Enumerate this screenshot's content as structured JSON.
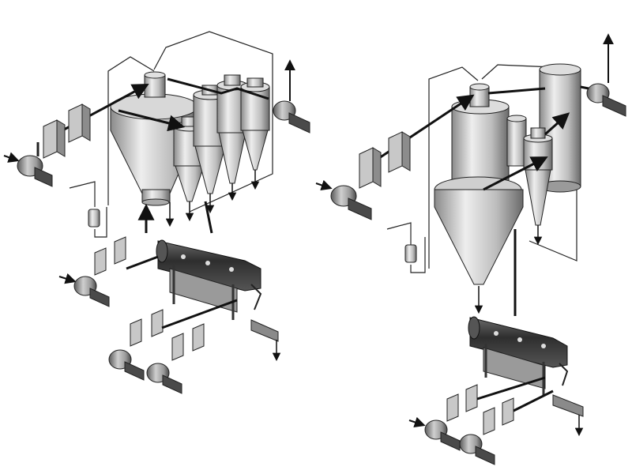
{
  "figure": {
    "description_labels": [],
    "colors": {
      "background": "#ffffff",
      "equipment_light": "#e6e6e6",
      "equipment_mid": "#b5b5b5",
      "equipment_dark": "#6e6e6e",
      "vessel_dark": "#3a3a3a",
      "outline": "#1a1a1a",
      "pipe": "#111111"
    },
    "plants": [
      {
        "id": "plant-left",
        "components": [
          "spray-dryer-chamber",
          "cyclone-1",
          "cyclone-2",
          "cyclone-3",
          "cyclone-4",
          "air-heater",
          "air-filter",
          "supply-fan",
          "exhaust-fan",
          "feed-pump",
          "fluid-bed-dryer",
          "fluid-bed-heaters",
          "fluid-bed-fans",
          "powder-discharge"
        ]
      },
      {
        "id": "plant-right",
        "components": [
          "spray-dryer-chamber",
          "cyclone-1",
          "cyclone-2",
          "bag-filter",
          "air-heater",
          "air-filter",
          "supply-fan",
          "exhaust-fan",
          "feed-pump",
          "fluid-bed-dryer",
          "fluid-bed-heaters",
          "fluid-bed-fans",
          "powder-discharge"
        ]
      }
    ]
  }
}
